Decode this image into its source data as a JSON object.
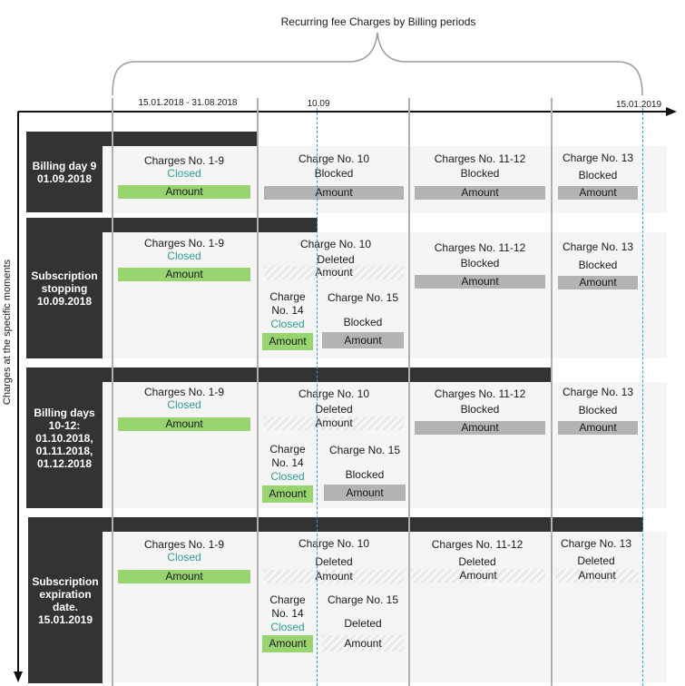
{
  "title": "Recurring fee Charges by Billing periods",
  "y_axis_label": "Charges at the specific moments",
  "dates": {
    "range": "15.01.2018 - 31.08.2018",
    "stop": "10.09",
    "end": "15.01.2019"
  },
  "colors": {
    "closed": "#98d470",
    "blocked": "#b3b3b3",
    "label_bg": "#333333",
    "panel_bg": "#f5f5f5",
    "closed_text": "#2a9d8f",
    "marker_line": "#2b9fd6"
  },
  "rows": [
    {
      "label": "Billing day 9\n01.09.2018",
      "c19": {
        "title": "Charges No. 1-9",
        "status": "Closed",
        "amount": "Amount"
      },
      "c10": {
        "title": "Charge No. 10",
        "status": "Blocked",
        "amount": "Amount"
      },
      "c1112": {
        "title": "Charges No. 11-12",
        "status": "Blocked",
        "amount": "Amount"
      },
      "c13": {
        "title": "Charge No. 13",
        "status": "Blocked",
        "amount": "Amount"
      }
    },
    {
      "label": "Subscription\nstopping\n10.09.2018",
      "c19": {
        "title": "Charges No. 1-9",
        "status": "Closed",
        "amount": "Amount"
      },
      "c10": {
        "title": "Charge No. 10",
        "status": "Deleted",
        "amount": "Amount"
      },
      "c14": {
        "title": "Charge\nNo. 14",
        "status": "Closed",
        "amount": "Amount"
      },
      "c15": {
        "title": "Charge No. 15",
        "status": "Blocked",
        "amount": "Amount"
      },
      "c1112": {
        "title": "Charges No. 11-12",
        "status": "Blocked",
        "amount": "Amount"
      },
      "c13": {
        "title": "Charge No. 13",
        "status": "Blocked",
        "amount": "Amount"
      }
    },
    {
      "label": "Billing days\n10-12:\n01.10.2018,\n01.11.2018,\n01.12.2018",
      "c19": {
        "title": "Charges No. 1-9",
        "status": "Closed",
        "amount": "Amount"
      },
      "c10": {
        "title": "Charge No. 10",
        "status": "Deleted",
        "amount": "Amount"
      },
      "c14": {
        "title": "Charge\nNo. 14",
        "status": "Closed",
        "amount": "Amount"
      },
      "c15": {
        "title": "Charge No. 15",
        "status": "Blocked",
        "amount": "Amount"
      },
      "c1112": {
        "title": "Charges No. 11-12",
        "status": "Blocked",
        "amount": "Amount"
      },
      "c13": {
        "title": "Charge No. 13",
        "status": "Blocked",
        "amount": "Amount"
      }
    },
    {
      "label": "Subscription\nexpiration\ndate.\n15.01.2019",
      "c19": {
        "title": "Charges No. 1-9",
        "status": "Closed",
        "amount": "Amount"
      },
      "c10": {
        "title": "Charge No. 10",
        "status": "Deleted",
        "amount": "Amount"
      },
      "c14": {
        "title": "Charge\nNo. 14",
        "status": "Closed",
        "amount": "Amount"
      },
      "c15": {
        "title": "Charge No. 15",
        "status": "Deleted",
        "amount": "Amount"
      },
      "c1112": {
        "title": "Charges No. 11-12",
        "status": "Deleted",
        "amount": "Amount"
      },
      "c13": {
        "title": "Charge No. 13",
        "status": "Deleted",
        "amount": "Amount"
      }
    }
  ]
}
